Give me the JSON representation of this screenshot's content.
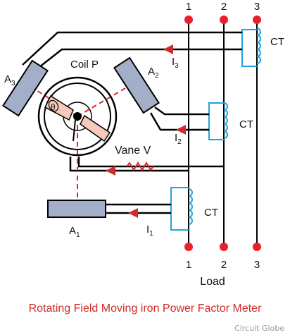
{
  "diagram": {
    "title": "Rotating Field Moving iron Power Factor Meter",
    "watermark": "Circuit Globe",
    "footer_label": "Load",
    "terminals": {
      "top": [
        "1",
        "2",
        "3"
      ],
      "bottom": [
        "1",
        "2",
        "3"
      ]
    },
    "ct_label": "CT",
    "coil_label": "Coil P",
    "vane_label": "Vane V",
    "theta": "θ",
    "coils": [
      {
        "main": "A",
        "sub": "3"
      },
      {
        "main": "A",
        "sub": "2"
      },
      {
        "main": "A",
        "sub": "1"
      }
    ],
    "currents": [
      {
        "main": "I",
        "sub": "3"
      },
      {
        "main": "I",
        "sub": "2"
      },
      {
        "main": "I",
        "sub": "1"
      }
    ],
    "colors": {
      "terminal": "#e8202a",
      "ct_coil": "#1fa2de",
      "coil_fill": "#a3aec9",
      "title": "#d12a2a",
      "wire": "#000000",
      "dashed": "#e8202a",
      "vane_fill": "#f6c9b8"
    }
  }
}
